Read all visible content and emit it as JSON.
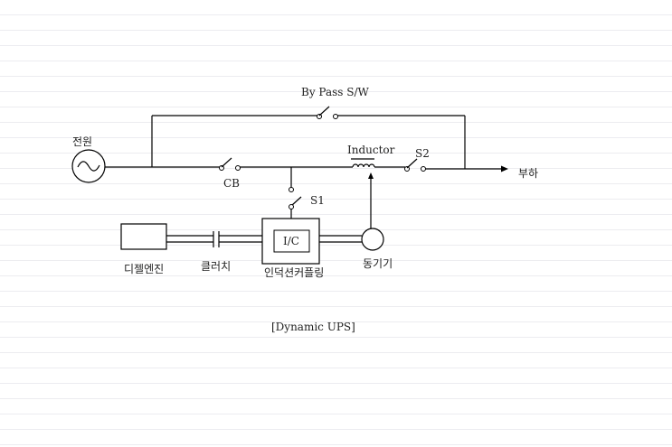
{
  "diagram": {
    "labels": {
      "power_source": "전원",
      "bypass_switch": "By Pass S/W",
      "circuit_breaker": "CB",
      "inductor": "Inductor",
      "switch_s2": "S2",
      "load": "부하",
      "switch_s1": "S1",
      "diesel_engine": "디젤엔진",
      "clutch": "클러치",
      "inductive_coupling": "인덕션커플링",
      "coupling_inner": "I/C",
      "generator": "동기기",
      "caption": "[Dynamic UPS]"
    }
  }
}
